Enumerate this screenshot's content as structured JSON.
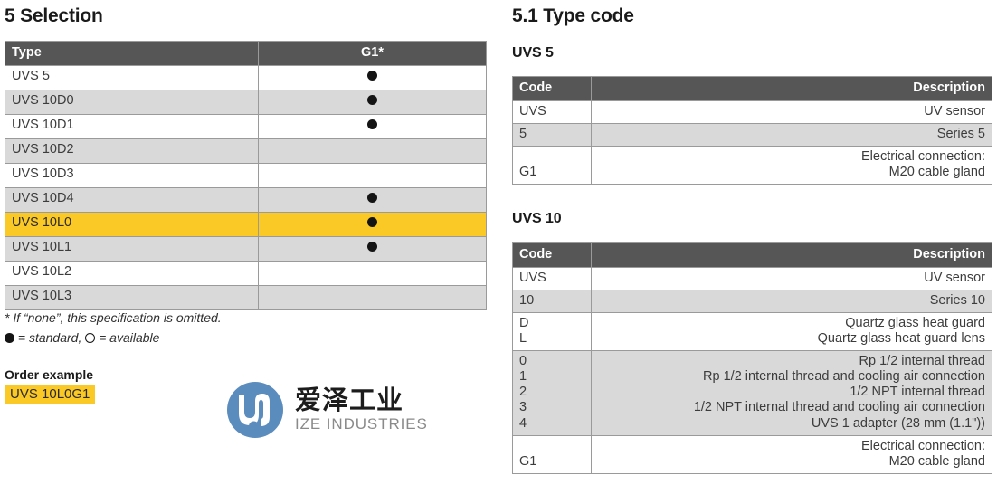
{
  "left": {
    "heading": "5 Selection",
    "selection_table": {
      "headers": [
        "Type",
        "G1*"
      ],
      "rows": [
        {
          "type": "UVS 5",
          "g1": "filled"
        },
        {
          "type": "UVS 10D0",
          "g1": "filled"
        },
        {
          "type": "UVS 10D1",
          "g1": "filled"
        },
        {
          "type": "UVS 10D2",
          "g1": "none"
        },
        {
          "type": "UVS 10D3",
          "g1": "none"
        },
        {
          "type": "UVS 10D4",
          "g1": "filled"
        },
        {
          "type": "UVS 10L0",
          "g1": "filled"
        },
        {
          "type": "UVS 10L1",
          "g1": "filled"
        },
        {
          "type": "UVS 10L2",
          "g1": "none"
        },
        {
          "type": "UVS 10L3",
          "g1": "none"
        }
      ],
      "highlighted_row_index": 6
    },
    "footnotes": {
      "asterisk": "* If “none”, this specification is omitted.",
      "legend_standard": "= standard,",
      "legend_available": "= available"
    },
    "order_example": {
      "title": "Order example",
      "value": "UVS 10L0G1"
    },
    "logo": {
      "cn_name": "爱泽工业",
      "en_name": "IZE INDUSTRIES",
      "mark_color": "#5b8cbe"
    }
  },
  "right": {
    "heading": "5.1 Type code",
    "uvs5": {
      "title": "UVS 5",
      "headers": [
        "Code",
        "Description"
      ],
      "rows": [
        {
          "code": "UVS",
          "description": "UV sensor",
          "shade": "white"
        },
        {
          "code": "5",
          "description": "Series 5",
          "shade": "grey"
        },
        {
          "code": "\nG1",
          "description": "Electrical connection:\nM20 cable gland",
          "shade": "white"
        }
      ]
    },
    "uvs10": {
      "title": "UVS 10",
      "headers": [
        "Code",
        "Description"
      ],
      "rows": [
        {
          "code": "UVS",
          "description": "UV sensor",
          "shade": "white"
        },
        {
          "code": "10",
          "description": "Series 10",
          "shade": "grey"
        },
        {
          "code": "D\nL",
          "description": "Quartz glass heat guard\nQuartz glass heat guard lens",
          "shade": "white"
        },
        {
          "code": "0\n1\n2\n3\n4",
          "description": "Rp 1/2 internal thread\nRp 1/2 internal thread and cooling air connection\n1/2 NPT internal thread\n1/2 NPT internal thread and cooling air connection\nUVS 1 adapter (28 mm (1.1\"))",
          "shade": "grey"
        },
        {
          "code": "\nG1",
          "description": "Electrical connection:\nM20 cable gland",
          "shade": "white"
        }
      ]
    }
  },
  "colors": {
    "header_grey": "#565656",
    "row_grey": "#d9d9d9",
    "highlight_yellow": "#fbc926",
    "logo_blue": "#5b8cbe"
  }
}
